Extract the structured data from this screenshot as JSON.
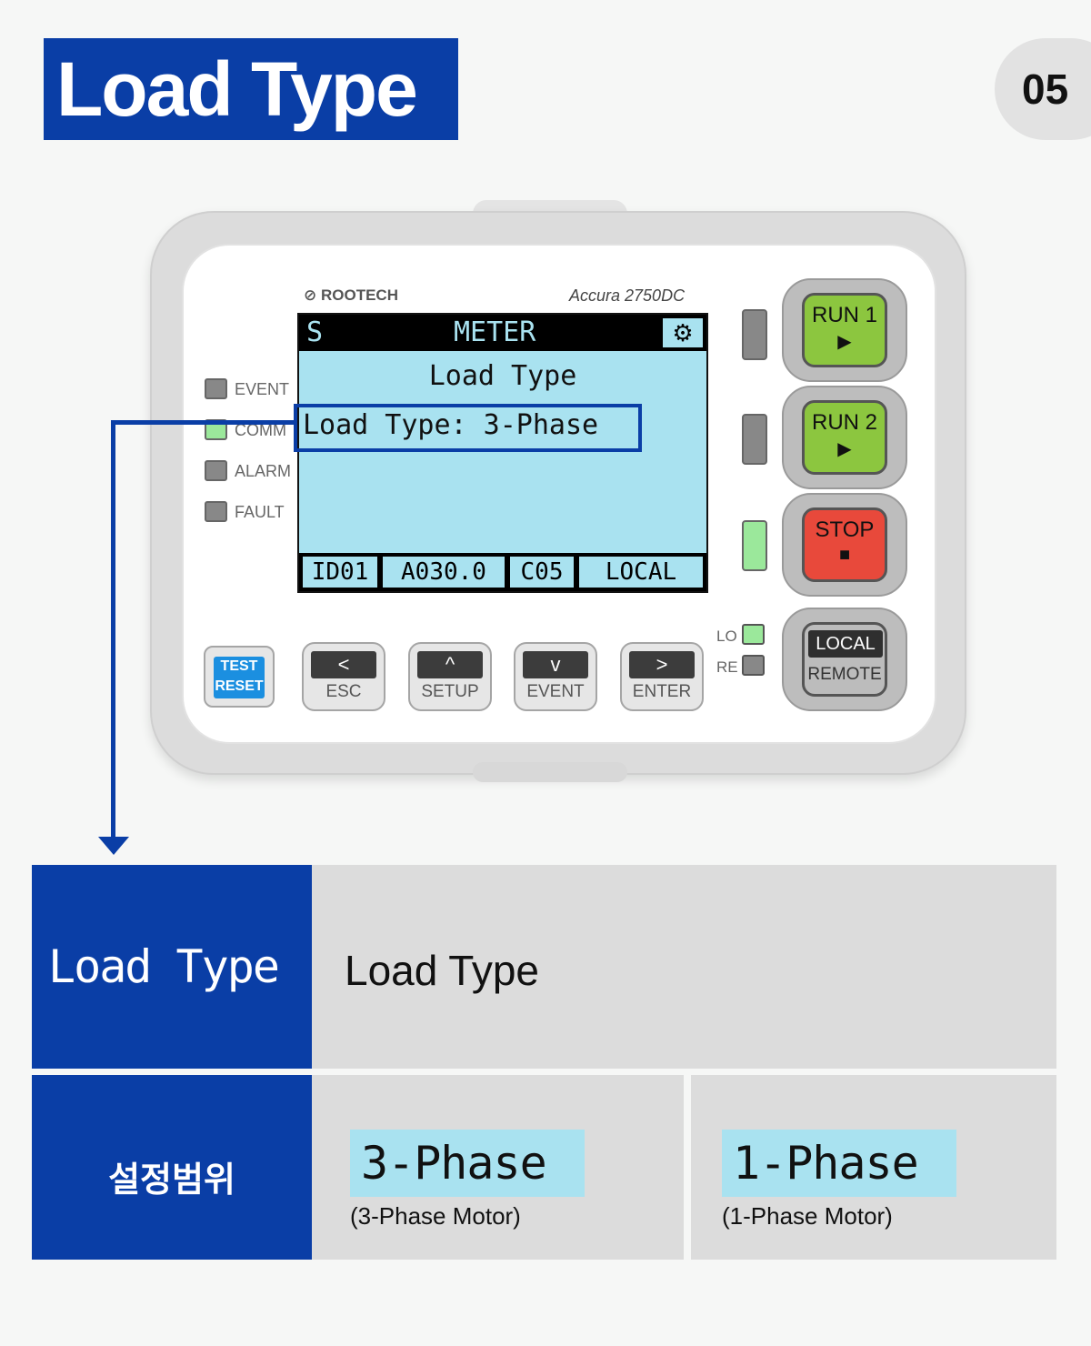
{
  "header": {
    "title": "Load Type",
    "page_number": "05"
  },
  "device": {
    "brand": "ROOTECH",
    "model": "Accura 2750DC",
    "lcd": {
      "mode_indicator": "S",
      "screen_title": "METER",
      "heading": "Load Type",
      "setting_line": "Load Type: 3-Phase",
      "status_bar": [
        "ID01",
        "A030.0",
        "C05",
        "LOCAL"
      ]
    },
    "status_leds": [
      {
        "label": "EVENT",
        "color": "#888888"
      },
      {
        "label": "COMM",
        "color": "#9be89b"
      },
      {
        "label": "ALARM",
        "color": "#888888"
      },
      {
        "label": "FAULT",
        "color": "#888888"
      }
    ],
    "buttons": {
      "run1": {
        "label": "RUN 1",
        "symbol": "▶",
        "color": "#8cc63f"
      },
      "run2": {
        "label": "RUN 2",
        "symbol": "▶",
        "color": "#8cc63f"
      },
      "stop": {
        "label": "STOP",
        "symbol": "■",
        "color": "#e8493b"
      },
      "local_remote": {
        "top": "LOCAL",
        "bottom": "REMOTE"
      },
      "test_reset": {
        "line1": "TEST",
        "line2": "RESET"
      },
      "esc": {
        "label": "ESC",
        "arrow": "<"
      },
      "setup": {
        "label": "SETUP",
        "arrow": "^"
      },
      "event": {
        "label": "EVENT",
        "arrow": "v"
      },
      "enter": {
        "label": "ENTER",
        "arrow": ">"
      }
    },
    "mode_leds": {
      "lo": {
        "label": "LO",
        "color": "#9be89b"
      },
      "re": {
        "label": "RE",
        "color": "#888888"
      }
    }
  },
  "table": {
    "row1": {
      "lcd_name": "Load Type",
      "description": "Load Type"
    },
    "row2": {
      "label": "설정범위",
      "options": [
        {
          "value": "3-Phase",
          "description": "(3-Phase Motor)"
        },
        {
          "value": "1-Phase",
          "description": "(1-Phase Motor)"
        }
      ]
    }
  },
  "colors": {
    "accent": "#0a3ea6",
    "lcd_background": "#a9e2f0"
  }
}
